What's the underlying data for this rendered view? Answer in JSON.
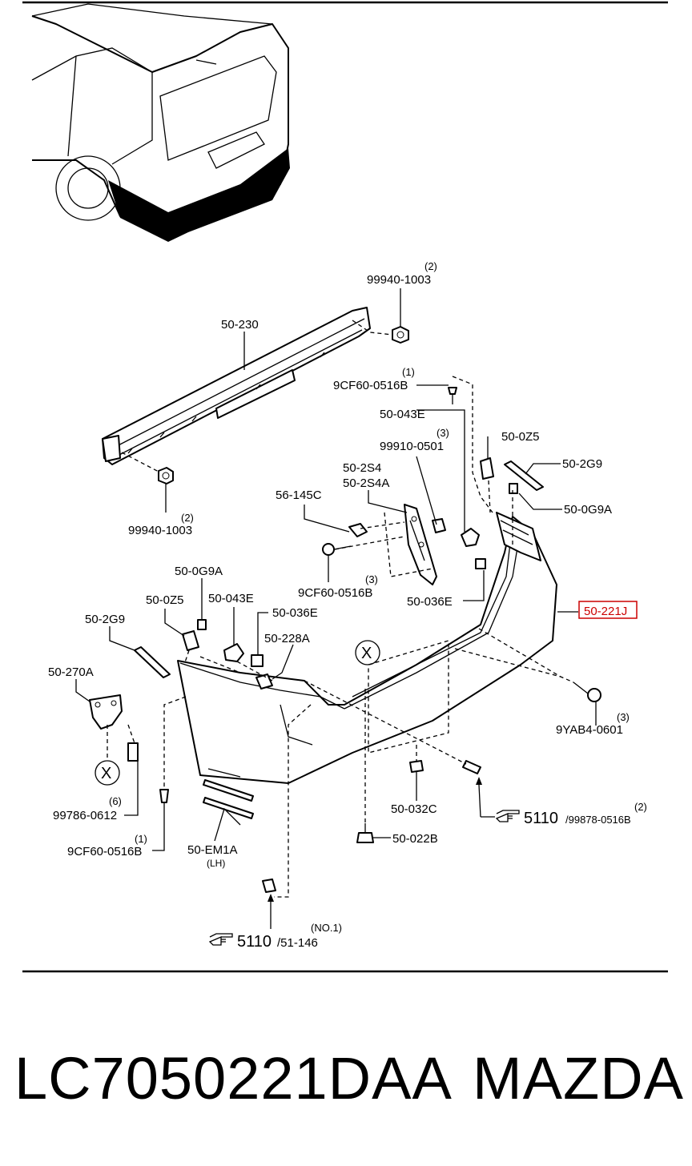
{
  "labels": {
    "l_99940_1003_top": "99940-1003",
    "l_q2_top": "(2)",
    "l_50_230": "50-230",
    "l_q1_a": "(1)",
    "l_9cf60_top": "9CF60-0516B",
    "l_50_043e_r": "50-043E",
    "l_q3_a": "(3)",
    "l_99910": "99910-0501",
    "l_50_0z5_r": "50-0Z5",
    "l_50_2g9_r": "50-2G9",
    "l_50_2s4": "50-2S4",
    "l_50_2s4a": "50-2S4A",
    "l_50_0g9a_r": "50-0G9A",
    "l_56_145c": "56-145C",
    "l_q2_b": "(2)",
    "l_99940_1003_bot": "99940-1003",
    "l_q3_b": "(3)",
    "l_9cf60_mid": "9CF60-0516B",
    "l_50_036e_r": "50-036E",
    "l_50_221j": "50-221J",
    "l_50_0g9a_l": "50-0G9A",
    "l_50_0z5_l": "50-0Z5",
    "l_50_043e_l": "50-043E",
    "l_50_2g9_l": "50-2G9",
    "l_50_036e_l": "50-036E",
    "l_50_228a": "50-228A",
    "l_50_270a": "50-270A",
    "l_x_left": "X",
    "l_x_mid": "X",
    "l_q3_c": "(3)",
    "l_9yab4": "9YAB4-0601",
    "l_50_032c": "50-032C",
    "l_q6": "(6)",
    "l_99786": "99786-0612",
    "l_q1_b": "(1)",
    "l_9cf60_bot": "9CF60-0516B",
    "l_5110_a": "5110",
    "l_99878": "/99878-0516B",
    "l_q2_c": "(2)",
    "l_50_022b": "50-022B",
    "l_50_em1a": "50-EM1A",
    "l_lh": "(LH)",
    "l_no1": "(NO.1)",
    "l_5110_b": "5110",
    "l_51_146": "/51-146"
  },
  "part_number": "LC7050221DAA",
  "brand": "MAZDA",
  "colors": {
    "highlight": "#cc0000",
    "ink": "#000000"
  },
  "icons": [
    "pointing-hand-icon"
  ]
}
